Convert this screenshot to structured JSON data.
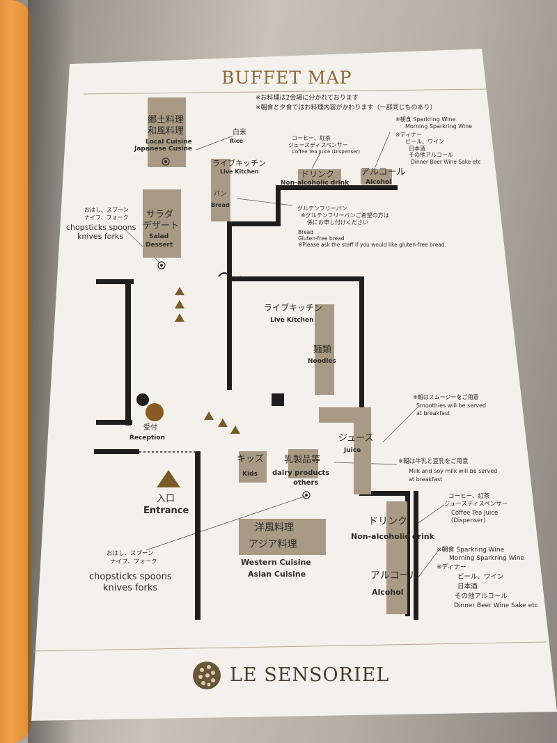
{
  "title": "BUFFET MAP",
  "notes": [
    "※お料理は2会場に分かれております",
    "※朝食と夕食ではお料理内容がかわります（一部同じものあり）"
  ],
  "areas": {
    "local": {
      "jp1": "郷土料理",
      "jp2": "和風料理",
      "en1": "Local Cuisine",
      "en2": "Japanese Cusine"
    },
    "rice": {
      "jp": "白米",
      "en": "Rice"
    },
    "live_kitchen_top": {
      "jp": "ライブキッチン",
      "en": "Live Kitchen"
    },
    "bread": {
      "jp": "パン",
      "en": "Bread"
    },
    "drink_top": {
      "jp": "ドリンク",
      "en": "Non-alcoholic drink"
    },
    "alcohol_top": {
      "jp": "アルコール",
      "en": "Alcohol"
    },
    "coffee_top": {
      "jp": "コーヒー、紅茶",
      "jp2": "ジュースディスペンサー",
      "en": "Coffee Tea Juice (Dispenser)"
    },
    "wine_top": {
      "l1": "※朝食 Sparkring Wine",
      "l2": "Morning Sparkring Wine",
      "l3": "※ディナー",
      "l4": "ビール、ワイン",
      "l5": "日本酒",
      "l6": "その他アルコール",
      "l7": "Dinner Beer Wine Sake etc"
    },
    "gluten": {
      "l1": "グルテンフリーパン",
      "l2": "※グルテンフリーパンご希望の方は",
      "l3": "係にお申し付けください",
      "l4": "Bread",
      "l5": "Gluten-free bread",
      "l6": "※Please ask the staff if you would like gluten-free bread."
    },
    "utensils_top": {
      "l1": "おはし、スプーン",
      "l2": "ナイフ、フォーク",
      "l3": "chopsticks spoons",
      "l4": "knives forks"
    },
    "salad": {
      "jp1": "サラダ",
      "jp2": "デザート",
      "en1": "Salad",
      "en2": "Dessert"
    },
    "live_kitchen_noodles": {
      "jp": "ライブキッチン",
      "en": "Live Kitchen",
      "jp2": "麺類",
      "en2": "Noodles"
    },
    "smoothie": {
      "l1": "※朝はスムージーをご用意",
      "l2": "Smoothies will be served",
      "l3": "at breakfast"
    },
    "juice": {
      "jp": "ジュース",
      "en": "Juice"
    },
    "milk": {
      "l1": "※朝は牛乳と豆乳をご用意",
      "l2": "Milk and soy milk will be served",
      "l3": "at breakfast"
    },
    "reception": {
      "jp": "受付",
      "en": "Reception"
    },
    "kids": {
      "jp": "キッズ",
      "en": "Kids"
    },
    "dairy": {
      "jp": "乳製品等",
      "en1": "dairy products",
      "en2": "others"
    },
    "entrance": {
      "jp": "入口",
      "en": "Entrance"
    },
    "coffee_bottom": {
      "l1": "コーヒー、紅茶",
      "l2": "ジュースディスペンサー",
      "l3": "Coffee Tea Juice",
      "l4": "(Dispenser)"
    },
    "drink_bottom": {
      "jp": "ドリンク",
      "en": "Non-alcoholic drink"
    },
    "western": {
      "jp1": "洋風料理",
      "jp2": "アジア料理",
      "en1": "Western Cuisine",
      "en2": "Asian Cuisine"
    },
    "utensils_bottom": {
      "l1": "おはし、スプーン",
      "l2": "ナイフ、フォーク",
      "l3": "chopsticks spoons",
      "l4": "knives forks"
    },
    "alcohol_bottom": {
      "jp": "アルコール",
      "en": "Alcohol"
    },
    "wine_bottom": {
      "l1": "※朝食 Sparkring Wine",
      "l2": "Morning Sparkring Wine",
      "l3": "※ディナー",
      "l4": "ビール、ワイン",
      "l5": "日本酒",
      "l6": "その他アルコール",
      "l7": "Dinner Beer Wine Sake etc"
    }
  },
  "brand": "LE SENSORIEL",
  "colors": {
    "accent": "#8a6a3c",
    "block": "#a89a85",
    "wall": "#1e1e1e",
    "paper": "#f4f1ec"
  }
}
